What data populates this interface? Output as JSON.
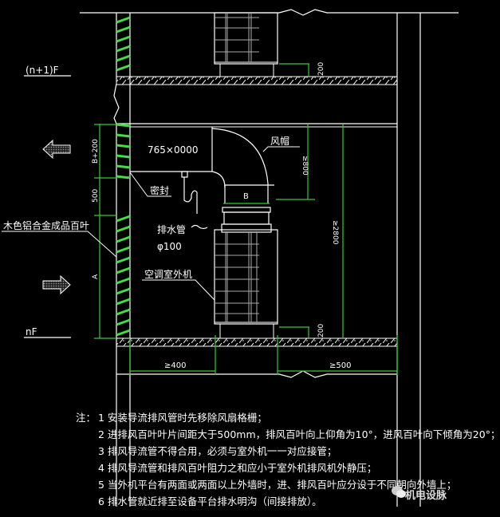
{
  "drawing": {
    "floor_labels": {
      "upper": "(n+1)F",
      "lower": "nF"
    },
    "duct_size": "765×0000",
    "labels": {
      "hood": "风帽",
      "seal": "密封",
      "drain_pipe": "排水管",
      "drain_diameter": "φ100",
      "outdoor_unit": "空调室外机",
      "louver": "木色铝合金成品百叶",
      "duct_width": "B"
    },
    "dimensions": {
      "upper_louver": "B+200",
      "gap": "500",
      "lower_louver": "A",
      "top_slab_clear": "200",
      "bottom_slab_clear": "200",
      "hood_height": "≥800",
      "room_height": "≥2800",
      "front_clear": "≥400",
      "rear_clear": "≥500"
    },
    "arrows": {
      "exhaust": "exhaust-out-arrow",
      "intake": "intake-in-arrow"
    },
    "colors": {
      "background": "#000000",
      "lines": "#ffffff",
      "dimension": "#33cc33",
      "louver": "#44dd44"
    }
  },
  "notes": {
    "heading": "注：",
    "items": [
      "1 安装导流排风管时先移除风扇格栅；",
      "2 进排风百叶叶片间距大于500mm，排风百叶向上仰角为10°，进风百叶向下倾角为20°；",
      "3 排风导流管不得合用，必须与室外机一一对应接管；",
      "4 排风导流管和排风百叶阻力之和应小于室外机排风机外静压；",
      "5 当外机平台有两面或两面以上外墙时，进、排风百叶应分设于不同朝向外墙上；",
      "6 排水管就近排至设备平台排水明沟（间接排放）。"
    ]
  },
  "watermark": "机电设脉"
}
